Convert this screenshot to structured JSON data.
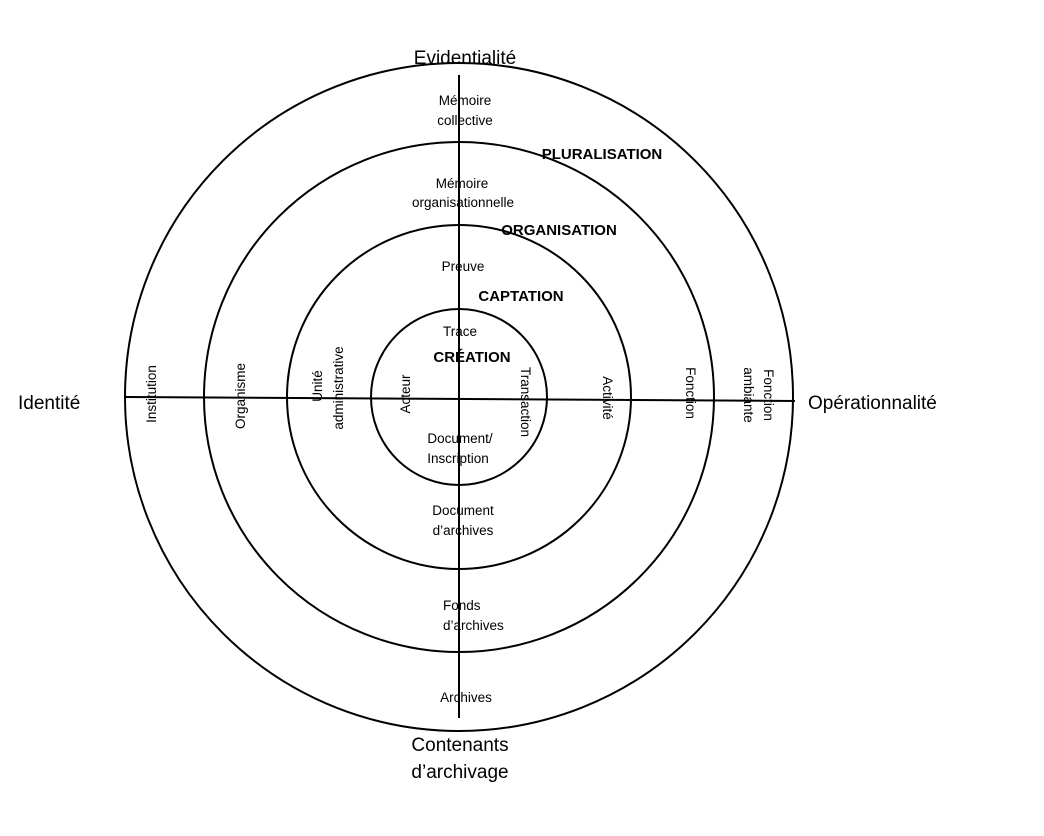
{
  "axes": {
    "top": "Evidentialité",
    "bottom_line1": "Contenants",
    "bottom_line2": "d’archivage",
    "left": "Identité",
    "right": "Opérationnalité"
  },
  "rings": {
    "pluralisation": "PLURALISATION",
    "organisation": "ORGANISATION",
    "captation": "CAPTATION",
    "creation": "CRÉATION"
  },
  "evidentiality": {
    "trace": "Trace",
    "preuve": "Preuve",
    "memoire_org_line1": "Mémoire",
    "memoire_org_line2": "organisationnelle",
    "memoire_coll_line1": "Mémoire",
    "memoire_coll_line2": "collective"
  },
  "containers": {
    "document_line1": "Document/",
    "document_line2": "Inscription",
    "doc_archives_line1": "Document",
    "doc_archives_line2": "d’archives",
    "fonds_line1": "Fonds",
    "fonds_line2": "d’archives",
    "archives": "Archives"
  },
  "identity": {
    "acteur": "Acteur",
    "unite_line1": "Unité",
    "unite_line2": "administrative",
    "organisme": "Organisme",
    "institution": "Institution"
  },
  "operationality": {
    "transaction": "Transaction",
    "activite": "Activité",
    "fonction": "Fonction",
    "ambiante_line1": "Fonction",
    "ambiante_line2": "ambiante"
  }
}
